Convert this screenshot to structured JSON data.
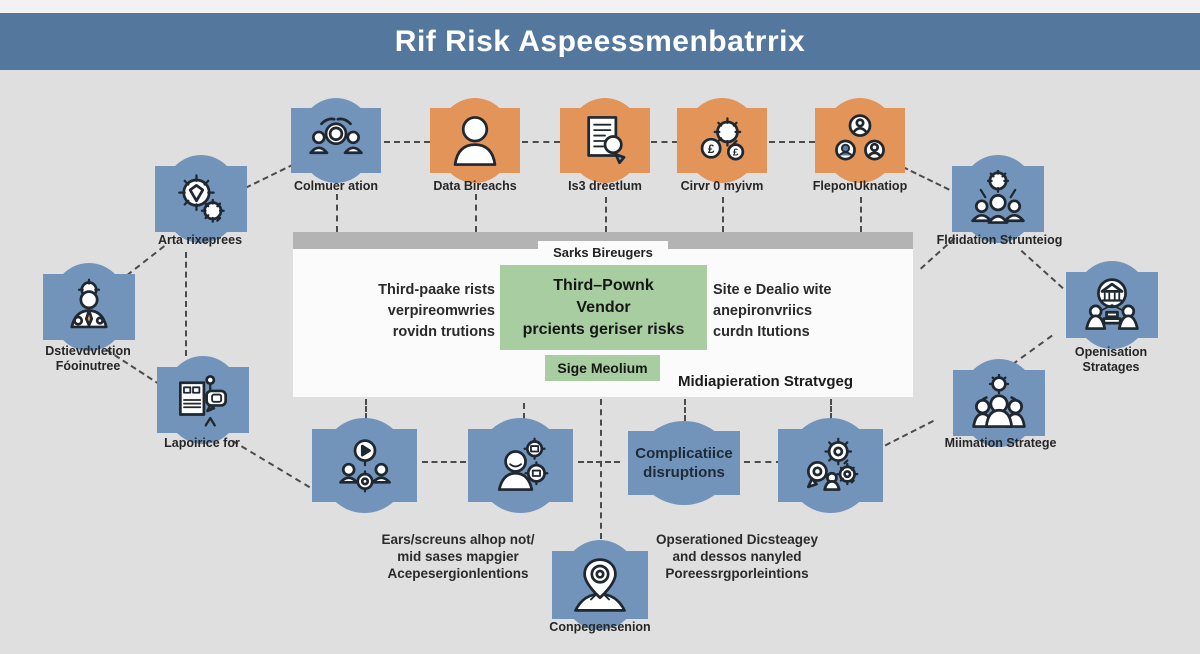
{
  "title": "Rif Risk Aspeessmenbatrrix",
  "colors": {
    "header": "#54779e",
    "node_blue": "#7294ba",
    "node_orange": "#e29459",
    "green": "#a7cda0",
    "background": "#dfdfdf",
    "panel_bar": "#b3b3b3"
  },
  "nodes": {
    "collaboration": {
      "label": "Colmuer ation",
      "icon": "people-network-icon"
    },
    "data_breaches": {
      "label": "Data Bireachs",
      "icon": "person-icon"
    },
    "issue_doc": {
      "label": "Is3 dreetlum",
      "icon": "document-magnifier-icon"
    },
    "currency_gears": {
      "label": "Cirvr 0 myivm",
      "icon": "gears-currency-icon"
    },
    "reputation": {
      "label": "FleponUknatiop",
      "icon": "people-circles-icon"
    },
    "expertise": {
      "label": "Arta rixeprees",
      "icon": "gears-icon"
    },
    "data_deletion": {
      "lines": [
        "Dstievdvletion",
        "Fóoinutree"
      ],
      "icon": "person-gear-avatar-icon"
    },
    "compliance": {
      "label": "Lapoirice for",
      "icon": "document-speech-icon"
    },
    "validation": {
      "label": "Fldidation Strunteiog",
      "icon": "crowd-gear-icon"
    },
    "organisation": {
      "lines": [
        "Openisation",
        "Stratages"
      ],
      "icon": "bank-people-icon"
    },
    "mitigation": {
      "label": "Miimation Stratege",
      "icon": "people-gear-icon"
    },
    "training": {
      "icon": "play-people-gear-icon"
    },
    "operator": {
      "icon": "person-monitors-icon"
    },
    "disruptions": {
      "lines": [
        "Complicatiice",
        "disruptions"
      ]
    },
    "process_gears": {
      "icon": "gears-person-icon"
    },
    "comprehension": {
      "label": "Conpegensenion",
      "icon": "pin-person-icon"
    }
  },
  "panel": {
    "tab": "Sarks Bireugers",
    "left_text": [
      "Third-paake rists",
      "verpireomwries",
      "rovidn trutions"
    ],
    "center": [
      "Third–Pownk",
      "Vendor",
      "prcients geriser risks"
    ],
    "right_text": [
      "Site e Dealio wite",
      "anepironvriics",
      "curdn Itutions"
    ],
    "badge": "Sige Meolium",
    "caption": "Midiapieration Stratvgeg"
  },
  "notes": {
    "left": [
      "Ears/screuns alhop not/",
      "mid sases mapgier",
      "Acepesergionlentions"
    ],
    "right": [
      "Opserationed Dicsteagey",
      "and dessos nanyled",
      "Poreessrgporleintions"
    ]
  }
}
